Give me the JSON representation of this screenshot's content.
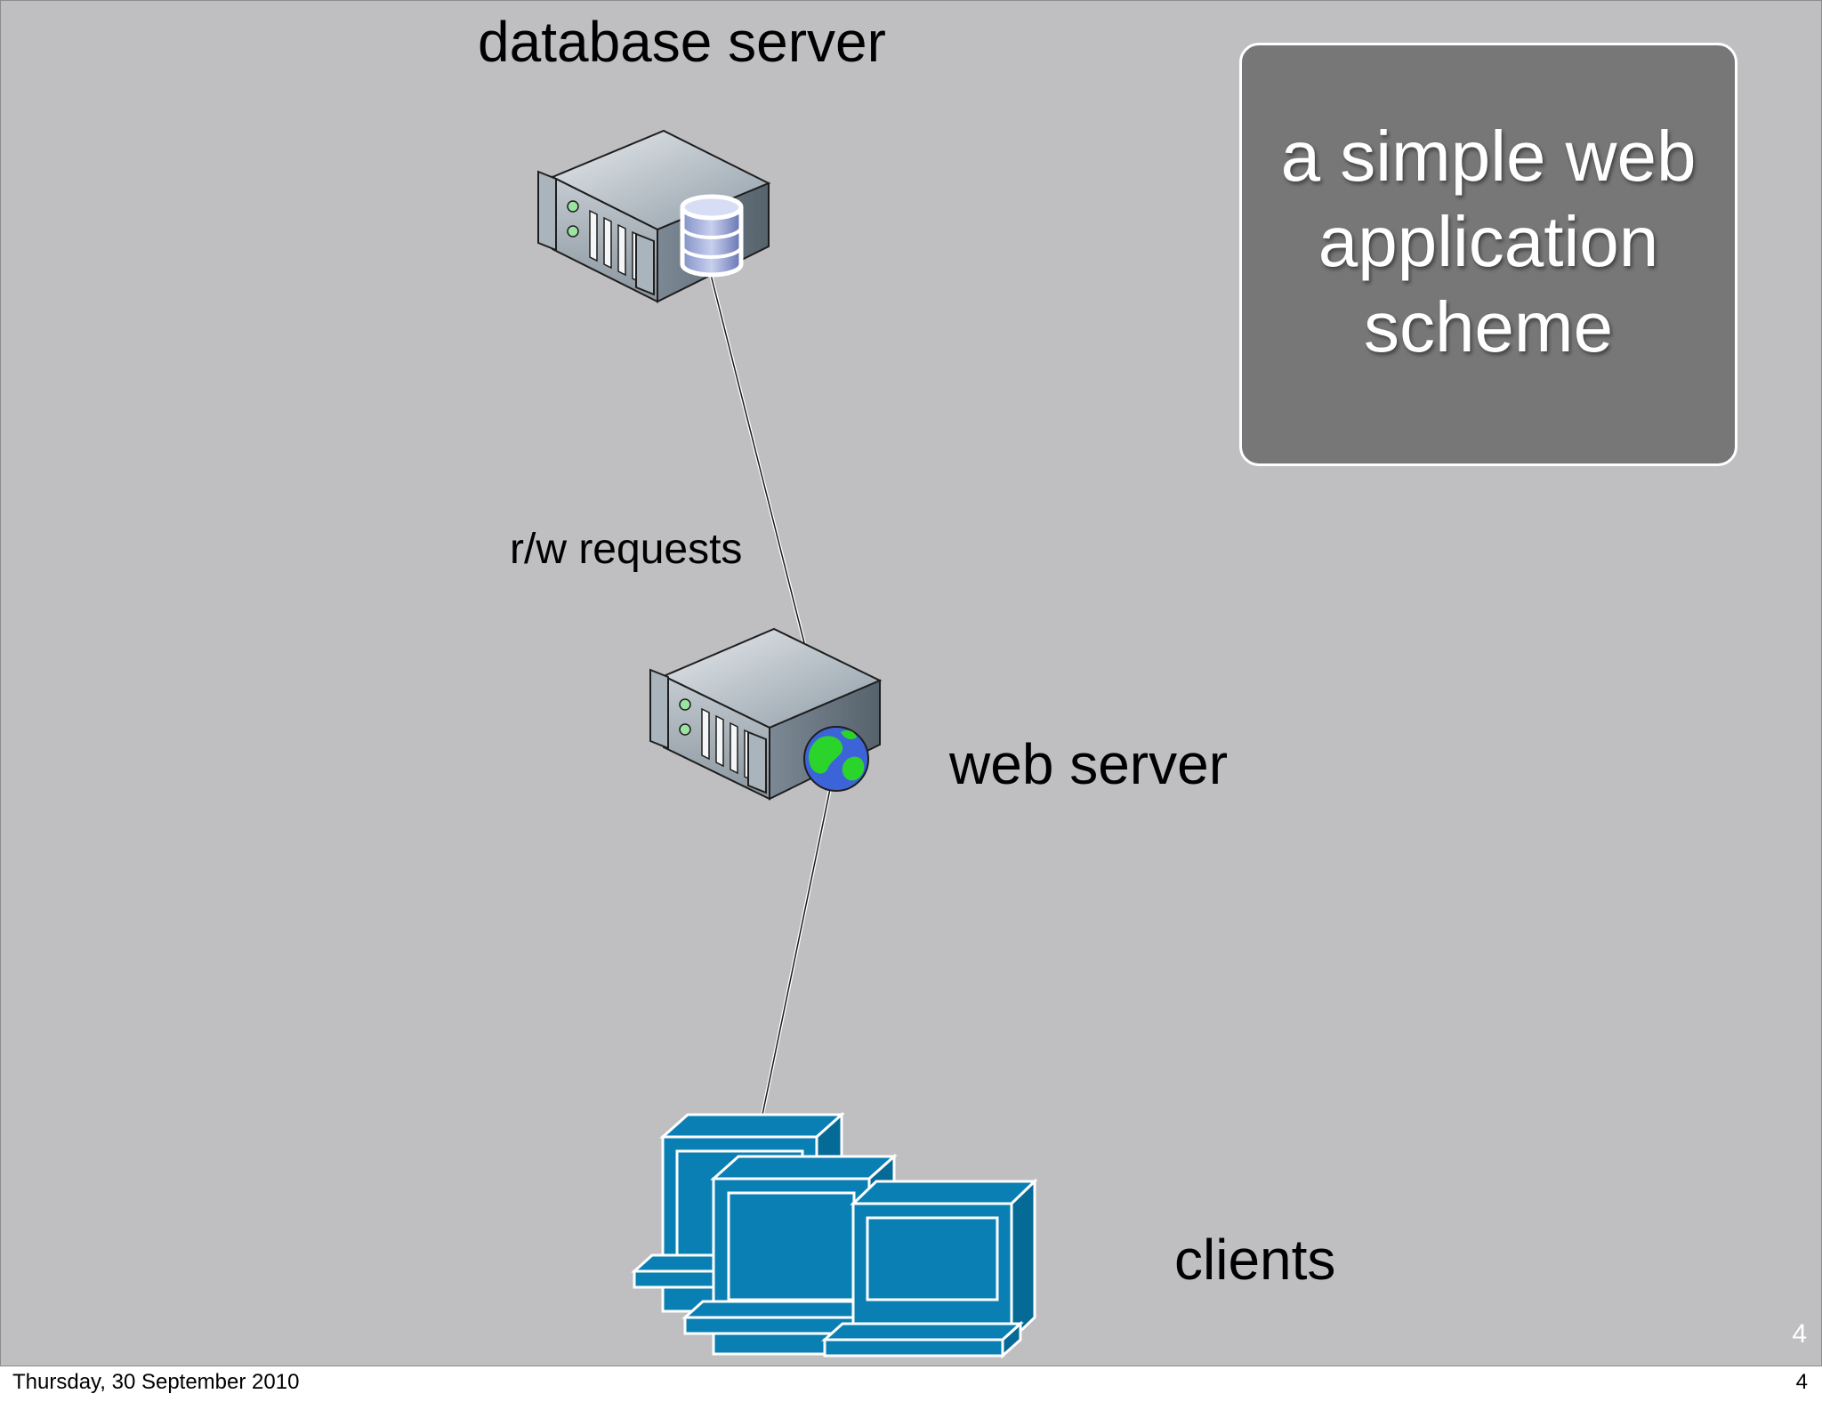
{
  "slide": {
    "title": "a simple web application scheme",
    "slide_number": "4"
  },
  "nodes": {
    "database_server": {
      "label": "database server",
      "icon": "database-server-icon"
    },
    "web_server": {
      "label": "web server",
      "icon": "web-server-icon"
    },
    "clients": {
      "label": "clients",
      "icon": "client-computers-icon"
    }
  },
  "edges": {
    "db_web": {
      "label": "r/w requests"
    }
  },
  "footer": {
    "date": "Thursday, 30 September 2010",
    "page": "4"
  },
  "colors": {
    "slide_background": "#bfbec0",
    "title_box": "#787778",
    "client_blue": "#0a7fb3",
    "globe_blue": "#3d63d9",
    "globe_green": "#2bd42b"
  }
}
